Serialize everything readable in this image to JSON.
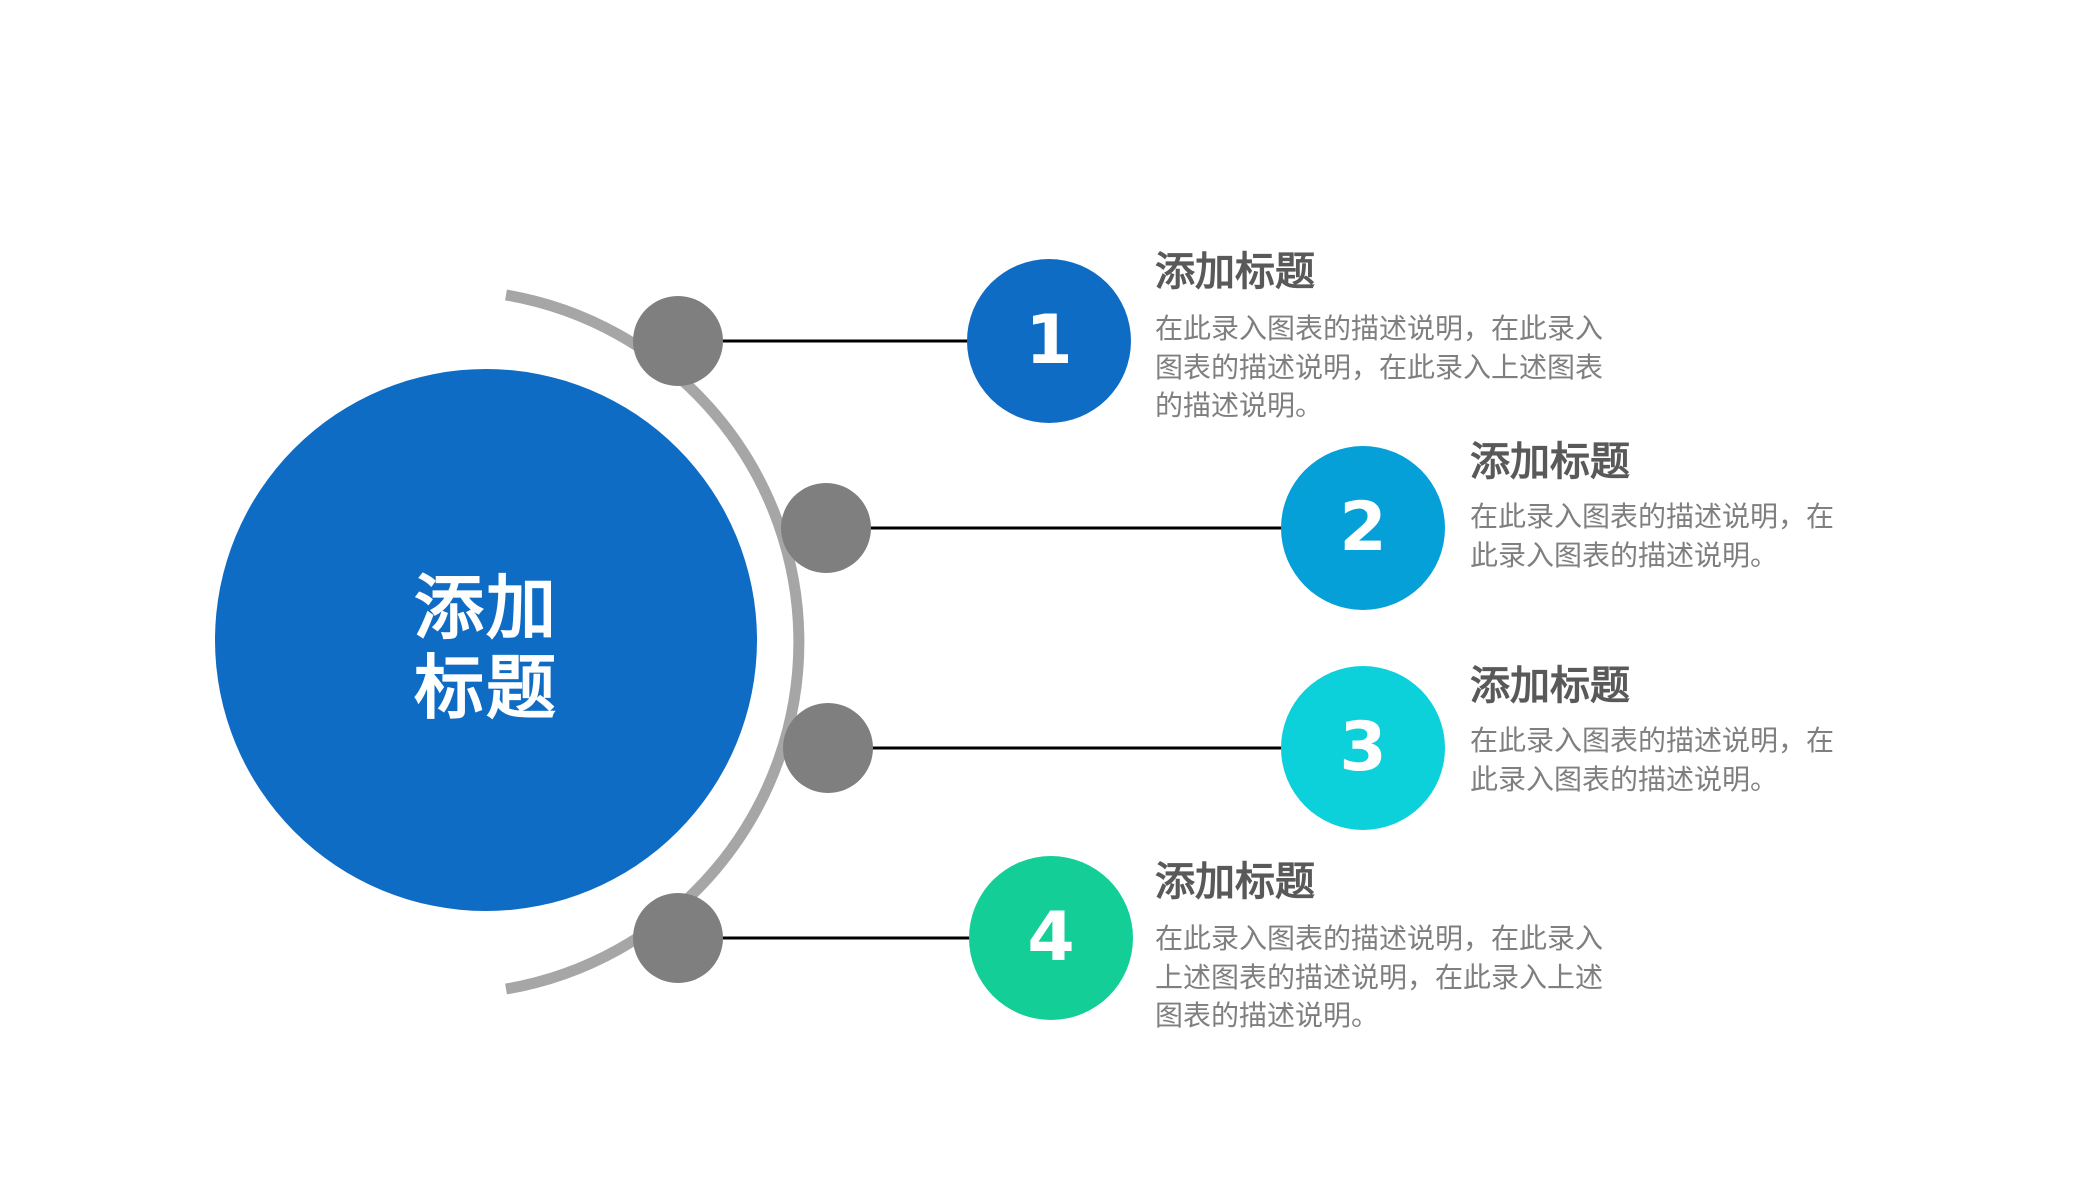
{
  "center": {
    "title_line1": "添加",
    "title_line2": "标题",
    "color": "#0F6CC4"
  },
  "connector_color": "#7F7F7F",
  "arc_color": "#A6A6A6",
  "items": [
    {
      "number": "1",
      "color": "#0F6CC4",
      "title": "添加标题",
      "description": "在此录入图表的描述说明，在此录入图表的描述说明，在此录入上述图表的描述说明。"
    },
    {
      "number": "2",
      "color": "#05A0D8",
      "title": "添加标题",
      "description": "在此录入图表的描述说明，在此录入图表的描述说明。"
    },
    {
      "number": "3",
      "color": "#0CD0DA",
      "title": "添加标题",
      "description": "在此录入图表的描述说明，在此录入图表的描述说明。"
    },
    {
      "number": "4",
      "color": "#13CE96",
      "title": "添加标题",
      "description": "在此录入图表的描述说明，在此录入上述图表的描述说明，在此录入上述图表的描述说明。"
    }
  ]
}
